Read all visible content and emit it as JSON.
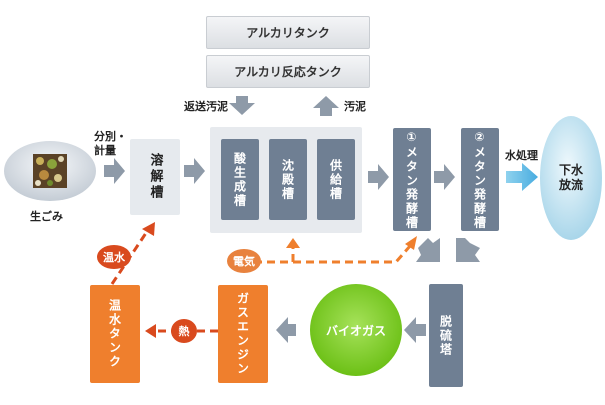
{
  "nodes": {
    "alkali_tank": "アルカリタンク",
    "alkali_reaction_tank": "アルカリ反応タンク",
    "dissolution_tank": "溶解槽",
    "acid_tank": "酸生成槽",
    "settling_tank": "沈殿槽",
    "supply_tank": "供給槽",
    "methane_1": "①メタン発酵槽",
    "methane_2": "②メタン発酵槽",
    "sewer": "下水放流",
    "desulfurization": "脱硫塔",
    "biogas": "バイオガス",
    "gas_engine": "ガスエンジン",
    "hot_water_tank": "温水タンク",
    "food_waste": "生ごみ"
  },
  "labels": {
    "separation": "分別・\n計量",
    "return_sludge": "返送汚泥",
    "sludge": "汚泥",
    "water_treatment": "水処理",
    "electricity": "電気",
    "hot_water": "温水",
    "heat": "熱"
  },
  "colors": {
    "slate": "#6f7f93",
    "arrow": "#8e9aa8",
    "orange": "#ef7f2d",
    "green": "#7ecf25",
    "sky": "#cfe9f5",
    "red_badge": "#d94a1e"
  }
}
